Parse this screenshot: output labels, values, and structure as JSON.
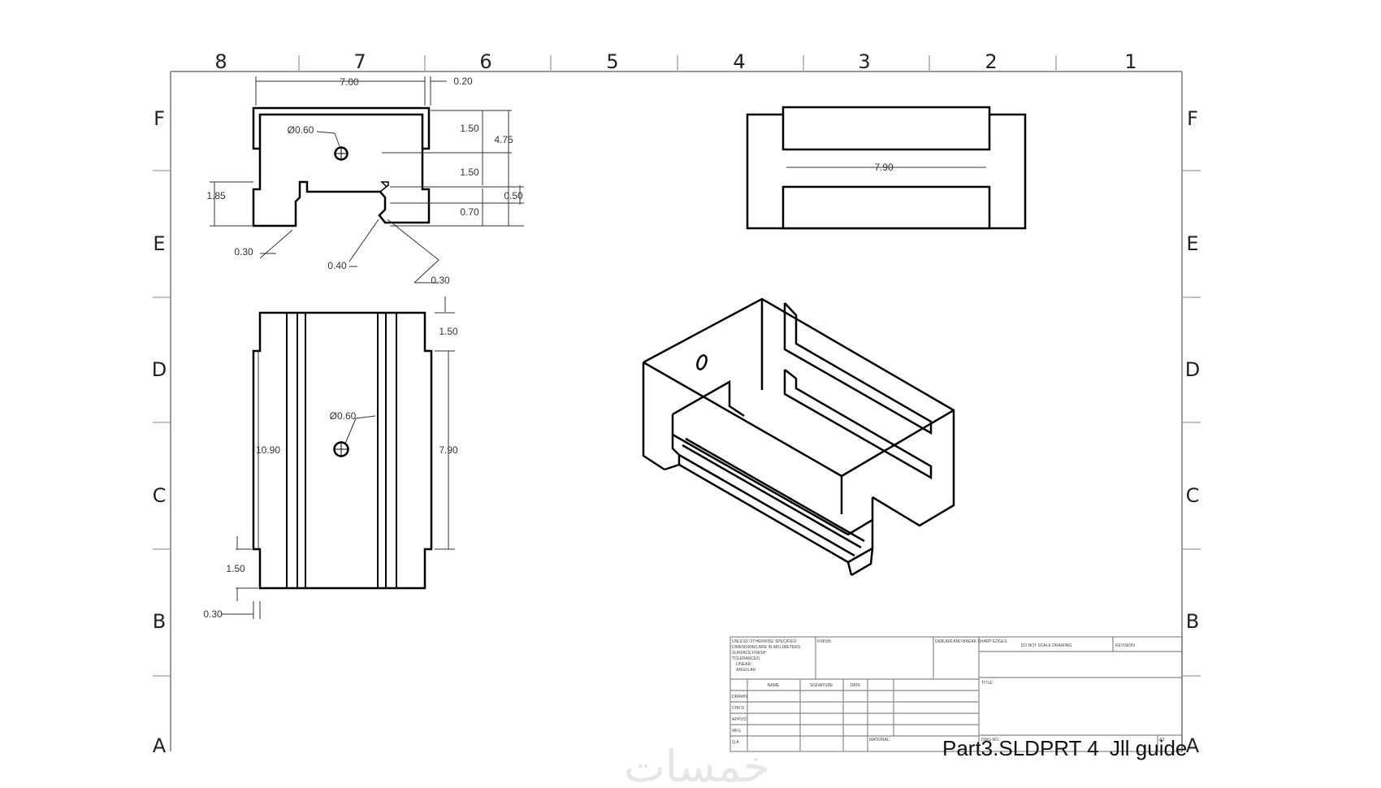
{
  "sheet": {
    "column_labels": [
      "8",
      "7",
      "6",
      "5",
      "4",
      "3",
      "2",
      "1"
    ],
    "row_labels": [
      "F",
      "E",
      "D",
      "C",
      "B",
      "A"
    ]
  },
  "front_view": {
    "width": "7.00",
    "edge_offset": "0.20",
    "hole": "Ø0.60",
    "height_total": "4.75",
    "step_upper": "1.50",
    "step_lower": "1.50",
    "slot_depth": "0.50",
    "slot_gap": "0.70",
    "left_height": "1.85",
    "chamfer_left": "0.30",
    "chamfer_mid": "0.40",
    "chamfer_right": "0.30"
  },
  "top_view": {
    "length": "10.90",
    "inner_length": "7.90",
    "hole": "Ø0.60",
    "end_step_top": "1.50",
    "end_step_bottom": "1.50",
    "edge_offset": "0.30"
  },
  "side_view": {
    "slot_length": "7.90"
  },
  "title_block": {
    "notes": [
      "UNLESS OTHERWISE SPECIFIED:",
      "DIMENSIONS ARE IN MILLIMETERS",
      "SURFACE FINISH:",
      "TOLERANCES:",
      "LINEAR:",
      "ANGULAR:"
    ],
    "finish_label": "FINISH:",
    "deburr_label": "DEBURR AND BREAK SHARP EDGES",
    "do_not_scale": "DO NOT SCALE DRAWING",
    "revision_label": "REVISION",
    "col_headers": [
      "NAME",
      "SIGNATURE",
      "DATE"
    ],
    "row_labels": [
      "DRAWN",
      "CHK'D",
      "APPV'D",
      "MFG",
      "Q.A"
    ],
    "title_label": "TITLE:",
    "material_label": "MATERIAL:",
    "dwg_label": "DWG NO.",
    "part_name": "Part3.SLDPRT 4",
    "name_right": "Jll guide",
    "size": "A3"
  },
  "watermark": "خمسات"
}
